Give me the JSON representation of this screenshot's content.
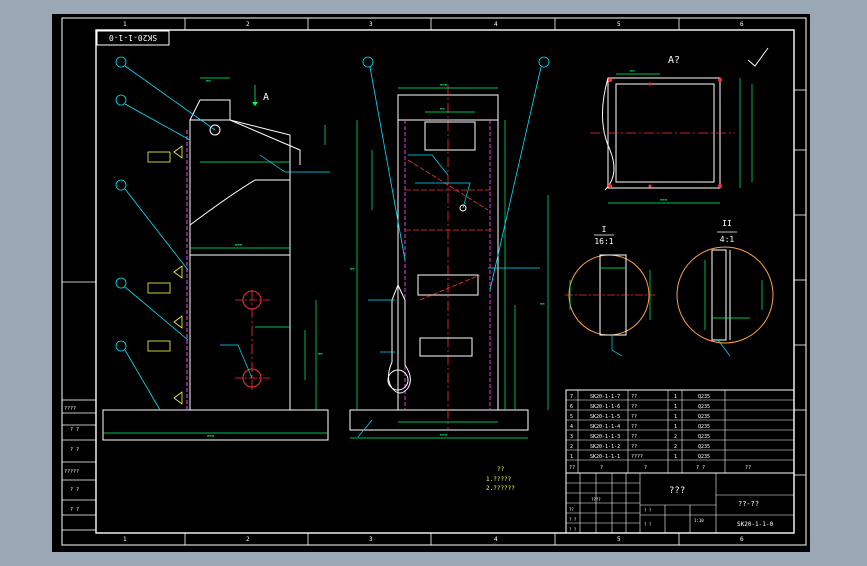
{
  "colors": {
    "background": "#000000",
    "frame": "#ffffff",
    "cyan": "#00e5ff",
    "green": "#00ff66",
    "red": "#ff3030",
    "magenta": "#ff40ff",
    "yellow": "#ffff40",
    "orange": "#ffa040"
  },
  "drawing_code_stamp": "SK20-1-1-0",
  "grid_numbers": [
    "1",
    "2",
    "3",
    "4",
    "5",
    "6"
  ],
  "view_labels": {
    "view_arrow": "A",
    "view_a": "A?",
    "detail_1_roman": "I",
    "detail_1_scale": "16:1",
    "detail_2_roman": "II",
    "detail_2_scale": "4:1"
  },
  "notes": {
    "line1": "??",
    "line2": "1.?????",
    "line3": "2.??????"
  },
  "side_blocks": [
    "????",
    "? ?",
    "? ?",
    "?????",
    "? ?",
    "? ?"
  ],
  "parts_list": [
    {
      "no": "7",
      "code": "SK20-1-1-7",
      "name": "??",
      "qty": "1",
      "mat": "Q235"
    },
    {
      "no": "6",
      "code": "SK20-1-1-6",
      "name": "??",
      "qty": "1",
      "mat": "Q235"
    },
    {
      "no": "5",
      "code": "SK20-1-1-5",
      "name": "??",
      "qty": "1",
      "mat": "Q235"
    },
    {
      "no": "4",
      "code": "SK20-1-1-4",
      "name": "??",
      "qty": "1",
      "mat": "Q235"
    },
    {
      "no": "3",
      "code": "SK20-1-1-3",
      "name": "??",
      "qty": "2",
      "mat": "Q235"
    },
    {
      "no": "2",
      "code": "SK20-1-1-2",
      "name": "??",
      "qty": "2",
      "mat": "Q235"
    },
    {
      "no": "1",
      "code": "SK20-1-1-1",
      "name": "????",
      "qty": "1",
      "mat": "Q235"
    }
  ],
  "parts_header": {
    "no": "??",
    "code": "?",
    "name": "?",
    "qty": "",
    "mat": "? ?",
    "note": "??"
  },
  "title_block": {
    "drawing_name": "???",
    "company": "??-??",
    "drawing_number": "SK20-1-1-0",
    "small_1": "????",
    "small_2": "??",
    "small_3": "? ?",
    "small_4": "? ?",
    "small_5": "? ?",
    "ratio": "1:10",
    "sheet": "? ?"
  }
}
